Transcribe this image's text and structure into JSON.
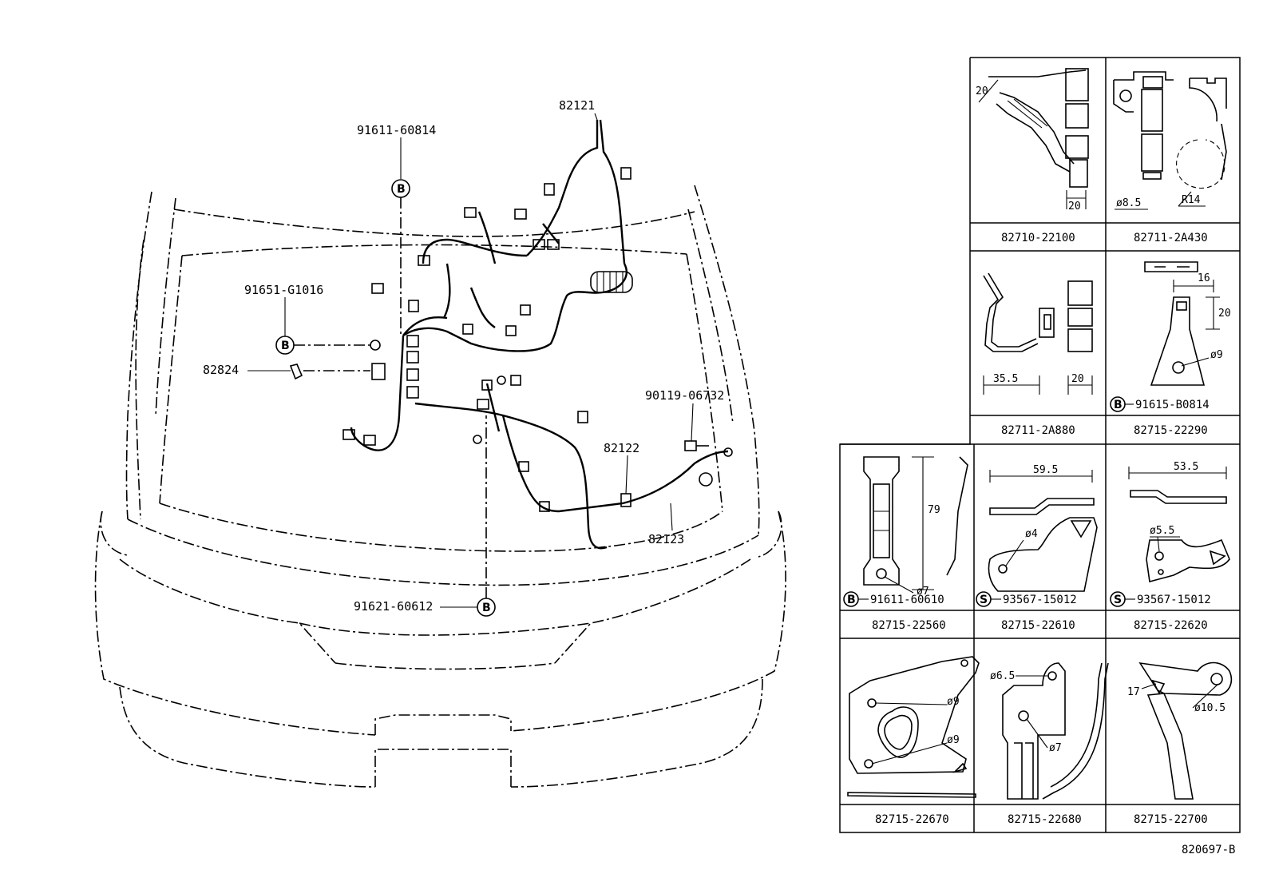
{
  "diagram_id": "820697-B",
  "bubble_letters": {
    "b": "B",
    "s": "S"
  },
  "main_callouts": {
    "c1": "82121",
    "c2": "91611-60814",
    "c3": "91651-G1016",
    "c4": "82824",
    "c5": "90119-06732",
    "c6": "82122",
    "c7": "82123",
    "c8": "91621-60612"
  },
  "cells": {
    "r1c1": {
      "part": "82710-22100",
      "dims": [
        "20",
        "20"
      ]
    },
    "r1c2": {
      "part": "82711-2A430",
      "dims": [
        "ø8.5",
        "R14"
      ]
    },
    "r2c1": {
      "part": "82711-2A880",
      "dims": [
        "35.5",
        "20"
      ]
    },
    "r2c2": {
      "part": "82715-22290",
      "dims": [
        "16",
        "20",
        "ø9"
      ],
      "fastener": "91615-B0814"
    },
    "r3c0": {
      "part": "82715-22560",
      "dims": [
        "79",
        "ø7"
      ],
      "fastener": "91611-60610"
    },
    "r3c1": {
      "part": "82715-22610",
      "dims": [
        "59.5",
        "ø4"
      ],
      "fastener": "93567-15012"
    },
    "r3c2": {
      "part": "82715-22620",
      "dims": [
        "53.5",
        "ø5.5"
      ],
      "fastener": "93567-15012"
    },
    "r4c0": {
      "part": "82715-22670",
      "dims": [
        "ø9",
        "ø9"
      ]
    },
    "r4c1": {
      "part": "82715-22680",
      "dims": [
        "ø6.5",
        "ø7"
      ]
    },
    "r4c2": {
      "part": "82715-22700",
      "dims": [
        "17",
        "ø10.5"
      ]
    }
  }
}
